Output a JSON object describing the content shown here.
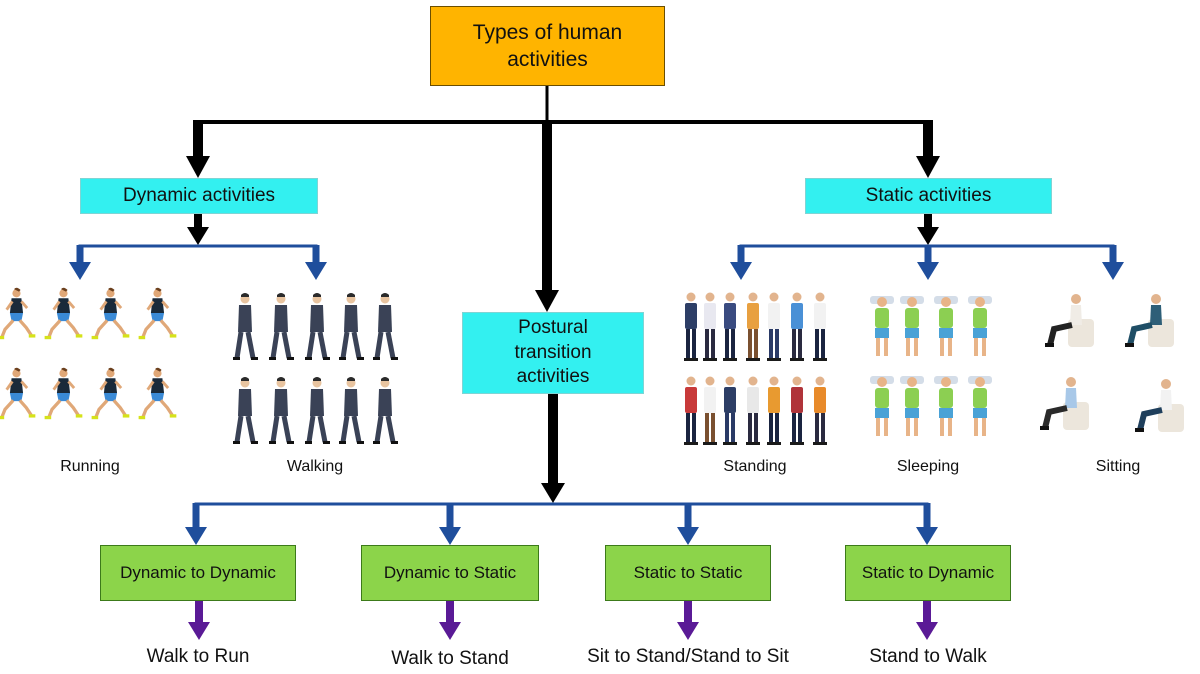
{
  "root": "Types of human activities",
  "categories": {
    "dynamic": "Dynamic activities",
    "static": "Static activities",
    "postural": "Postural transition activities"
  },
  "dynamic_children": [
    "Running",
    "Walking"
  ],
  "static_children": [
    "Standing",
    "Sleeping",
    "Sitting"
  ],
  "transitions": [
    {
      "label": "Dynamic to Dynamic",
      "example": "Walk to Run"
    },
    {
      "label": "Dynamic to Static",
      "example": "Walk to Stand"
    },
    {
      "label": "Static to Static",
      "example": "Sit to Stand/Stand to Sit"
    },
    {
      "label": "Static to Dynamic",
      "example": "Stand to Walk"
    }
  ],
  "colors": {
    "root_fill": "#ffb400",
    "category_fill": "#33f0f0",
    "transition_fill": "#8cd44a",
    "black_arrow": "#000000",
    "blue_arrow": "#1f4e9c",
    "purple_arrow": "#5a1a96"
  },
  "illustrations": {
    "running": "runner-figures",
    "walking": "walker-figures",
    "standing": "standing-people-figures",
    "sleeping": "sleeping-people-figures",
    "sitting": "sitting-people-figures"
  }
}
